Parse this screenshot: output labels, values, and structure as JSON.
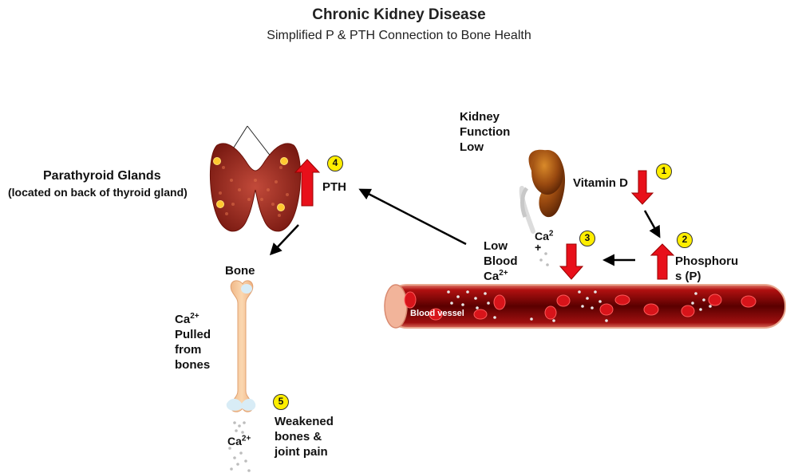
{
  "header": {
    "title": "Chronic Kidney Disease",
    "subtitle": "Simplified P & PTH Connection to Bone Health"
  },
  "labels": {
    "parathyroid_title": "Parathyroid Glands",
    "parathyroid_note": "(located on back of thyroid gland)",
    "pth": "PTH",
    "kidney_line1": "Kidney",
    "kidney_line2": "Function",
    "kidney_line3": "Low",
    "vitamin_d": "Vitamin D",
    "phosphorus_line1": "Phosphoru",
    "phosphorus_line2": "s (P)",
    "low_blood_line1": "Low",
    "low_blood_line2": "Blood",
    "low_blood_line3": "Ca",
    "low_blood_sup": "2+",
    "kidney_ca": "Ca",
    "kidney_ca_sup": "2",
    "kidney_ca_plus": "+",
    "bone": "Bone",
    "ca_pulled_line1": "Ca",
    "ca_pulled_sup": "2+",
    "ca_pulled_line2": "Pulled",
    "ca_pulled_line3": "from",
    "ca_pulled_line4": "bones",
    "bottom_ca": "Ca",
    "bottom_ca_sup": "2+",
    "weakened_line1": "Weakened",
    "weakened_line2": "bones &",
    "weakened_line3": "joint pain",
    "blood_vessel": "Blood vessel"
  },
  "steps": [
    "1",
    "2",
    "3",
    "4",
    "5"
  ],
  "colors": {
    "up_down_arrow": "#e8101a",
    "arrow_outline": "#9a0000",
    "badge": "#ffee00",
    "vessel": "#8b0000",
    "vessel_rim": "#f2b49a",
    "bone": "#f7c79a",
    "bone_joint": "#d8ecf6"
  }
}
